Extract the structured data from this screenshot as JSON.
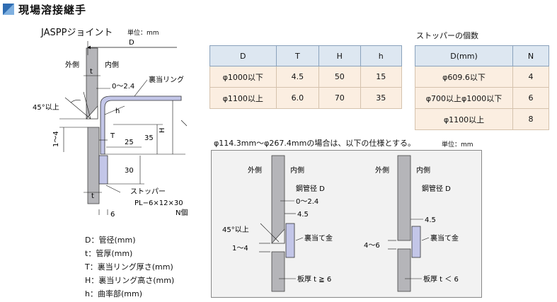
{
  "title": "現場溶接継手",
  "jaspp": {
    "name": "JASPPジョイント",
    "unit": "単位：mm",
    "labels": {
      "D": "D",
      "outside": "外側",
      "inside": "内側",
      "t_top": "t",
      "gap": "0～2.4",
      "backing_ring": "裏当リング",
      "angle": "45°以上",
      "h_hat": "h",
      "H_hat": "H",
      "h_short": "1～4",
      "T": "T",
      "dim25": "25",
      "dim35": "35",
      "dim30": "30",
      "t_bottom": "t",
      "stopper": "ストッパー",
      "stopper_spec": "PL−6×12×30",
      "stopper_count": "N個",
      "dim6": "6"
    },
    "legend": [
      "D：管径(mm)",
      "t：管厚(mm)",
      "T：裏当リング厚さ(mm)",
      "H：裏当リング高さ(mm)",
      "h：曲率部(mm)"
    ]
  },
  "dim_table": {
    "headers": [
      "D",
      "T",
      "H",
      "h"
    ],
    "rows": [
      [
        "φ1000以下",
        "4.5",
        "50",
        "15"
      ],
      [
        "φ1100以上",
        "6.0",
        "70",
        "35"
      ]
    ]
  },
  "stopper_table": {
    "caption": "ストッパーの個数",
    "headers": [
      "D(mm)",
      "N"
    ],
    "rows": [
      [
        "φ609.6以下",
        "4"
      ],
      [
        "φ700以上φ1000以下",
        "6"
      ],
      [
        "φ1100以上",
        "8"
      ]
    ]
  },
  "small_pipe": {
    "heading": "φ114.3mm～φ267.4mmの場合は、以下の仕様とする。",
    "unit": "単位：mm",
    "left": {
      "outside": "外側",
      "inside": "内側",
      "pipe_dia": "鋼管径 D",
      "gap": "0～2.4",
      "thickness": "4.5",
      "angle": "45°以上",
      "root": "1～4",
      "backing": "裏当て金",
      "plate": "板厚 t ≧ 6"
    },
    "right": {
      "outside": "外側",
      "inside": "内側",
      "pipe_dia": "鋼管径 D",
      "thickness": "4.5",
      "root": "4～6",
      "backing": "裏当て金",
      "plate": "板厚 t ＜ 6"
    }
  },
  "colors": {
    "accent_blue": "#2f6db2",
    "pipe_gray": "#b5b5b9",
    "ring_lavender": "#c3c6e8",
    "table_header": "#dde7f1",
    "table_cell": "#fbeee1",
    "panel_bg": "#f2f2f2"
  }
}
